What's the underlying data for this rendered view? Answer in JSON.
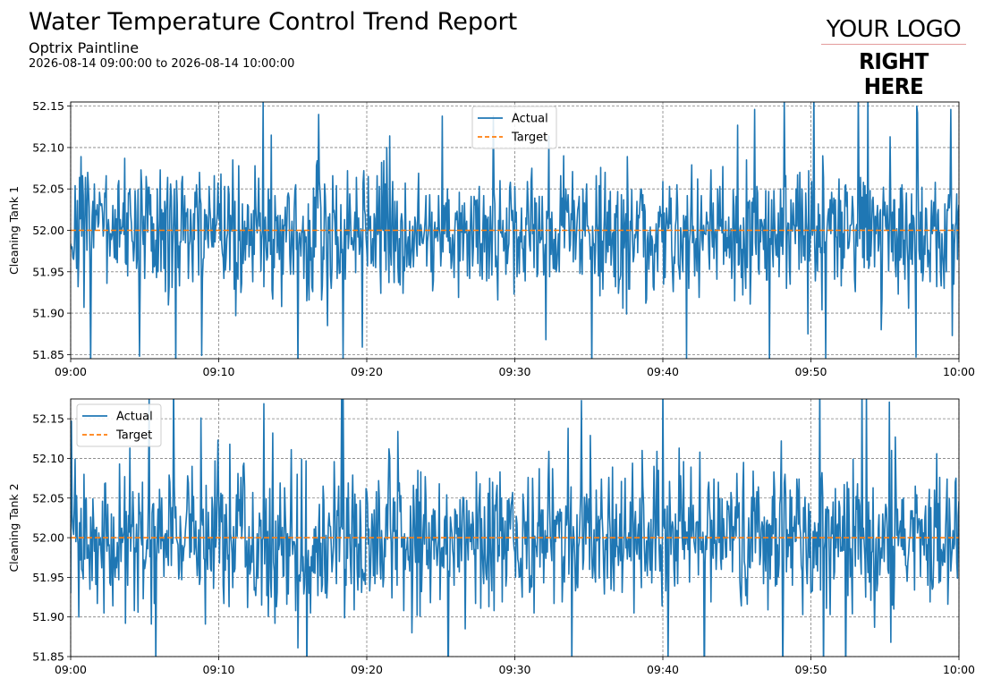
{
  "report": {
    "title": "Water Temperature Control Trend Report",
    "subtitle": "Optrix Paintline",
    "date_range": "2026-08-14 09:00:00 to 2026-08-14 10:00:00"
  },
  "logo": {
    "line1": "YOUR LOGO",
    "line2": "RIGHT HERE"
  },
  "colors": {
    "actual": "#1f77b4",
    "target": "#ff7f0e",
    "grid": "#808080"
  },
  "chart_data": [
    {
      "type": "line",
      "title": "",
      "xlabel": "",
      "ylabel": "Cleaning Tank 1",
      "x_ticks": [
        "09:00",
        "09:10",
        "09:20",
        "09:30",
        "09:40",
        "09:50",
        "10:00"
      ],
      "xlim_minutes": [
        0,
        60
      ],
      "ylim": [
        51.845,
        52.155
      ],
      "y_ticks": [
        51.85,
        51.9,
        51.95,
        52.0,
        52.05,
        52.1,
        52.15
      ],
      "grid": true,
      "legend": "top-center",
      "series": [
        {
          "name": "Actual",
          "style": "solid",
          "sample_interval_s": 3,
          "seed": 7,
          "center": 52.0,
          "spread": 0.042,
          "values": []
        },
        {
          "name": "Target",
          "style": "dashed",
          "value": 52.0
        }
      ]
    },
    {
      "type": "line",
      "title": "",
      "xlabel": "",
      "ylabel": "Cleaning Tank 2",
      "x_ticks": [
        "09:00",
        "09:10",
        "09:20",
        "09:30",
        "09:40",
        "09:50",
        "10:00"
      ],
      "xlim_minutes": [
        0,
        60
      ],
      "ylim": [
        51.85,
        52.175
      ],
      "y_ticks": [
        51.85,
        51.9,
        51.95,
        52.0,
        52.05,
        52.1,
        52.15
      ],
      "grid": true,
      "legend": "top-left",
      "series": [
        {
          "name": "Actual",
          "style": "solid",
          "sample_interval_s": 3,
          "seed": 23,
          "center": 52.0,
          "spread": 0.05,
          "values": []
        },
        {
          "name": "Target",
          "style": "dashed",
          "value": 52.0
        }
      ]
    }
  ]
}
